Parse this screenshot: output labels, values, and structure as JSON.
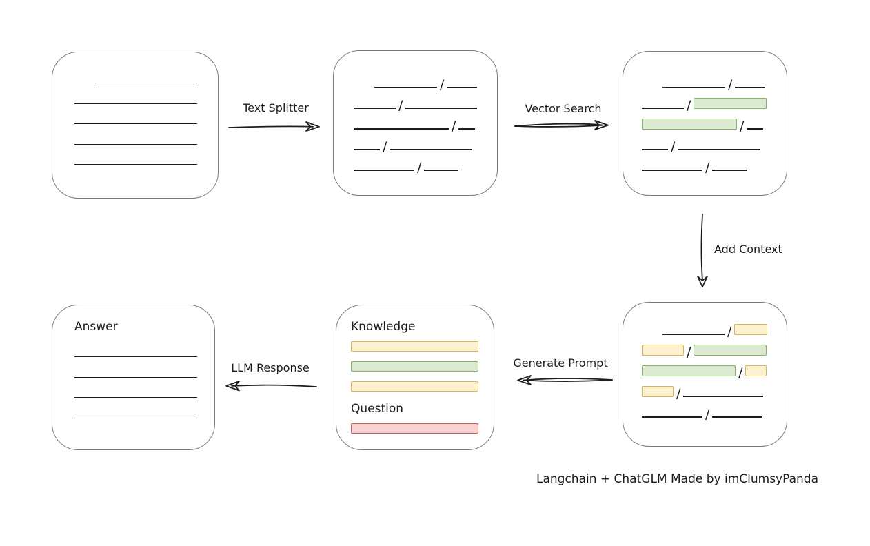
{
  "slash": "/",
  "caption": "Langchain + ChatGLM Made by imClumsyPanda",
  "labels": {
    "text_splitter": "Text Splitter",
    "vector_search": "Vector Search",
    "add_context": "Add Context",
    "generate_prompt": "Generate Prompt",
    "llm_response": "LLM Response"
  },
  "titles": {
    "answer": "Answer",
    "knowledge": "Knowledge",
    "question": "Question"
  },
  "colors": {
    "green_fill": "#dcead2",
    "green_border": "#82b366",
    "yellow_fill": "#fdf2d0",
    "yellow_border": "#d6b656",
    "red_fill": "#f6d3d1",
    "red_border": "#bd5b56",
    "box_border": "#7b7b7b",
    "ink": "#1c1c1c"
  },
  "document_box": {
    "lines": [
      {
        "w": 148,
        "indent": 30
      },
      {
        "w": 178
      },
      {
        "w": 178
      },
      {
        "w": 178
      },
      {
        "w": 178
      }
    ]
  },
  "chunks_box": {
    "rows": [
      {
        "indent": 30,
        "segs": [
          {
            "type": "line",
            "w": 91
          },
          {
            "type": "line",
            "w": 44
          }
        ]
      },
      {
        "segs": [
          {
            "type": "line",
            "w": 61
          },
          {
            "type": "line",
            "w": 104
          }
        ]
      },
      {
        "segs": [
          {
            "type": "line",
            "w": 138
          },
          {
            "type": "line",
            "w": 24
          }
        ]
      },
      {
        "segs": [
          {
            "type": "line",
            "w": 38
          },
          {
            "type": "line",
            "w": 120
          }
        ]
      },
      {
        "segs": [
          {
            "type": "line",
            "w": 88
          },
          {
            "type": "line",
            "w": 50
          }
        ]
      }
    ]
  },
  "vector_box": {
    "rows": [
      {
        "indent": 30,
        "segs": [
          {
            "type": "line",
            "w": 91
          },
          {
            "type": "line",
            "w": 44
          }
        ]
      },
      {
        "segs": [
          {
            "type": "line",
            "w": 61
          },
          {
            "type": "green",
            "w": 106
          }
        ]
      },
      {
        "segs": [
          {
            "type": "green",
            "w": 138
          },
          {
            "type": "line",
            "w": 24
          }
        ]
      },
      {
        "segs": [
          {
            "type": "line",
            "w": 38
          },
          {
            "type": "line",
            "w": 120
          }
        ]
      },
      {
        "segs": [
          {
            "type": "line",
            "w": 88
          },
          {
            "type": "line",
            "w": 50
          }
        ]
      }
    ]
  },
  "context_box": {
    "rows": [
      {
        "indent": 30,
        "segs": [
          {
            "type": "line",
            "w": 90
          },
          {
            "type": "yellow",
            "w": 48
          }
        ]
      },
      {
        "segs": [
          {
            "type": "yellow",
            "w": 61
          },
          {
            "type": "green",
            "w": 106
          }
        ]
      },
      {
        "segs": [
          {
            "type": "green",
            "w": 136
          },
          {
            "type": "yellow",
            "w": 31
          }
        ]
      },
      {
        "segs": [
          {
            "type": "yellow",
            "w": 46
          },
          {
            "type": "line",
            "w": 116
          }
        ]
      },
      {
        "segs": [
          {
            "type": "line",
            "w": 88
          },
          {
            "type": "line",
            "w": 72
          }
        ]
      }
    ]
  },
  "prompt_box": {
    "knowledge_bars": [
      {
        "type": "yellow"
      },
      {
        "type": "green"
      },
      {
        "type": "yellow"
      }
    ],
    "question_bars": [
      {
        "type": "red"
      }
    ]
  },
  "answer_box": {
    "lines": [
      {
        "w": 178
      },
      {
        "w": 178
      },
      {
        "w": 178
      },
      {
        "w": 178
      }
    ]
  }
}
